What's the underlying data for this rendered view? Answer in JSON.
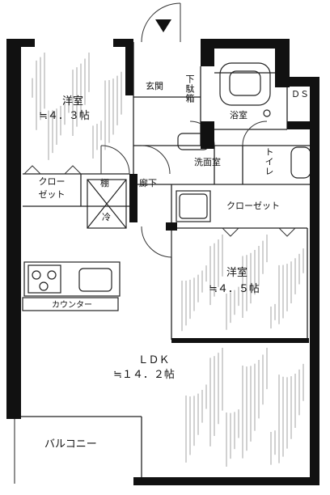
{
  "rooms": {
    "western1": {
      "name": "洋室",
      "area": "≒４．３帖"
    },
    "western2": {
      "name": "洋室",
      "area": "≒４．５帖"
    },
    "ldk": {
      "name": "ＬＤＫ",
      "area": "≒１４．２帖"
    },
    "entrance": {
      "name": "玄関"
    },
    "shoe_box": {
      "name": "下駄箱"
    },
    "bathroom": {
      "name": "浴室"
    },
    "ds": {
      "name": "ＤＳ"
    },
    "washroom": {
      "name": "洗面室"
    },
    "toilet": {
      "name": "トイレ"
    },
    "closet1": {
      "line1": "クロー",
      "line2": "ゼット"
    },
    "shelf": {
      "name": "棚"
    },
    "hallway": {
      "name": "廊下"
    },
    "closet2": {
      "name": "クローゼット"
    },
    "fridge": {
      "name": "冷"
    },
    "counter": {
      "name": "カウンター"
    },
    "balcony": {
      "name": "バルコニー"
    }
  },
  "colors": {
    "wall": "#111111",
    "line": "#222222",
    "hatch": "#555555"
  }
}
